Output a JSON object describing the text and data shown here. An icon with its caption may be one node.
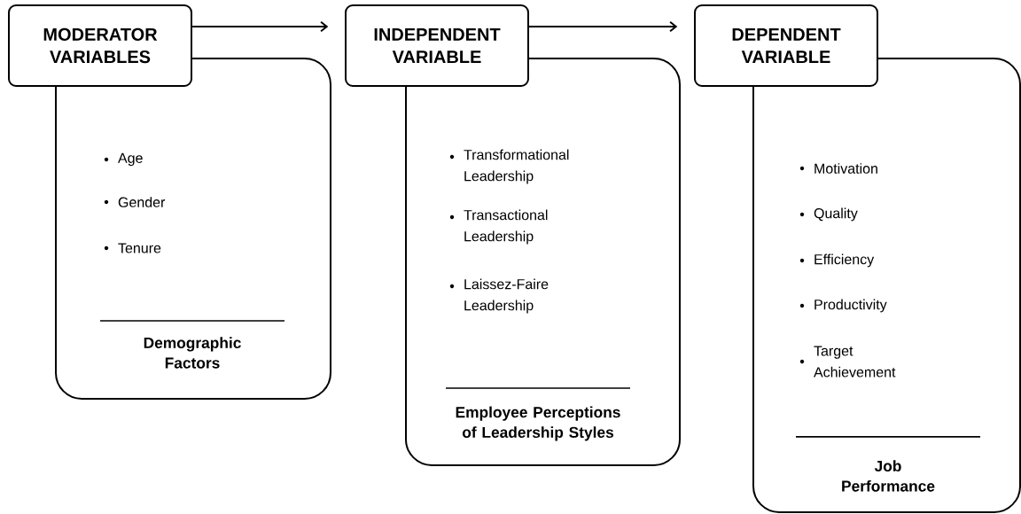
{
  "diagram": {
    "nodes": [
      {
        "text": [
          "MODERATOR VARIABLES"
        ]
      },
      {
        "text": [
          "Age",
          "Gender",
          "Tenure",
          "Demographic Factors"
        ]
      },
      {
        "text": [
          "INDEPENDENT VARIABLE"
        ]
      },
      {
        "text": [
          "Transformational Leadership",
          "Transactional Leadership",
          "Laissez-Faire Leadership",
          "Employee Perceptions of Leadership Styles"
        ]
      },
      {
        "text": [
          "DEPENDENT VARIABLE"
        ]
      },
      {
        "text": [
          "Motivation",
          "Quality",
          "Efficiency",
          "Productivity",
          "Target Achievement",
          "Job Performance"
        ]
      }
    ],
    "edges": [
      {
        "from": 0,
        "to": 2,
        "arrow": "to"
      },
      {
        "from": 2,
        "to": 4,
        "arrow": "to"
      }
    ]
  }
}
